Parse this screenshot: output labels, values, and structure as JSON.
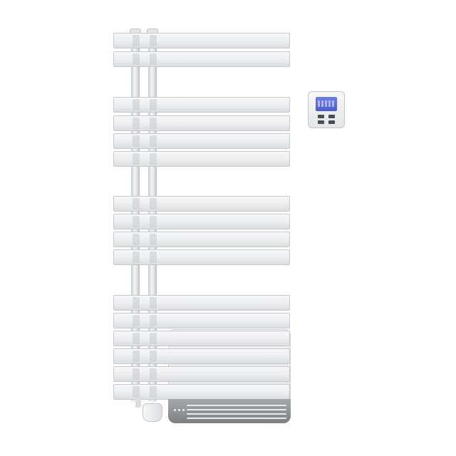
{
  "scene": {
    "subject": "towel-radiator-with-fan-heater",
    "accessory": "wall-thermostat",
    "colors": {
      "background": "#ffffff",
      "radiator": "#eeeff0",
      "heater_base": "#8f9195",
      "thermostat_screen": "#5b6bd8"
    },
    "bar_groups": [
      2,
      4,
      4,
      6
    ]
  }
}
